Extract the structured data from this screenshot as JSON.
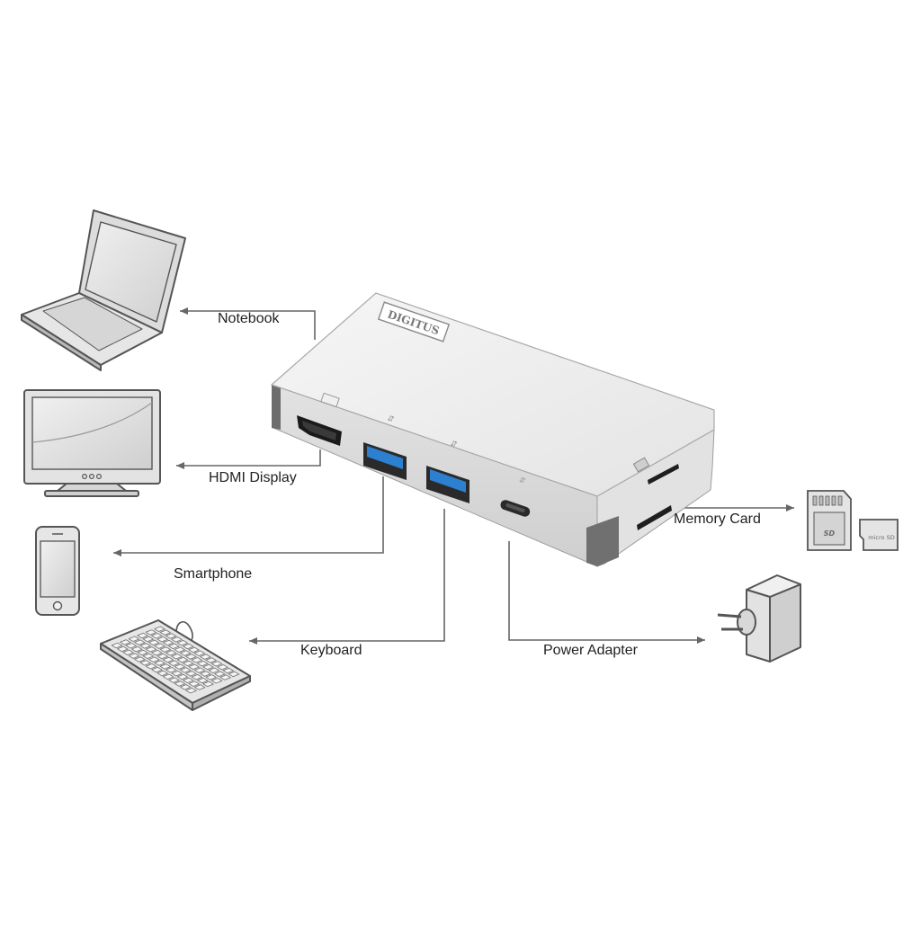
{
  "brand": {
    "logo_text": "DIGITUS"
  },
  "connections": {
    "notebook": "Notebook",
    "hdmi_display": "HDMI Display",
    "smartphone": "Smartphone",
    "keyboard": "Keyboard",
    "memory_card": "Memory Card",
    "power_adapter": "Power Adapter"
  },
  "cards": {
    "sd_label": "SD",
    "microsd_label": "micro SD"
  },
  "colors": {
    "line": "#666666",
    "device_body": "#ececec",
    "device_edge": "#6d6d6d",
    "usb_blue": "#2d7fd0",
    "icon_stroke": "#555555",
    "icon_fill": "#dedede"
  }
}
